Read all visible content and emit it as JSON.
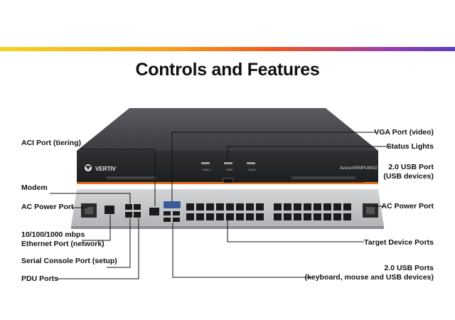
{
  "title": "Controls and Features",
  "device": {
    "brand": "VERTIV",
    "model": "Avocent®MPU8032",
    "led_labels": [
      "LAN 1",
      "PWR",
      "LAN 2"
    ]
  },
  "callouts": {
    "aci_port": "ACI Port (tiering)",
    "modem": "Modem",
    "ac_power_left": "AC Power Port",
    "ethernet_line1": "10/100/1000 mbps",
    "ethernet_line2": "Ethernet Port (network)",
    "serial_console": "Serial Console Port (setup)",
    "pdu_ports": "PDU Ports",
    "vga_port": "VGA Port (video)",
    "status_lights": "Status Lights",
    "usb_front_line1": "2.0 USB Port",
    "usb_front_line2": "(USB devices)",
    "ac_power_right": "AC Power Port",
    "target_ports": "Target Device Ports",
    "usb_rear_line1": "2.0 USB Ports",
    "usb_rear_line2": "(keyboard, mouse and USB devices)"
  },
  "colors": {
    "gradient": [
      "#f5d422",
      "#f8a51c",
      "#ee5a24",
      "#9b3fa8",
      "#5b3fbf"
    ],
    "chassis_top": "#4a4c50",
    "chassis_front": "#2a2b2e",
    "rear_panel": "#c9cacc",
    "accent_orange": "#e8731a"
  }
}
